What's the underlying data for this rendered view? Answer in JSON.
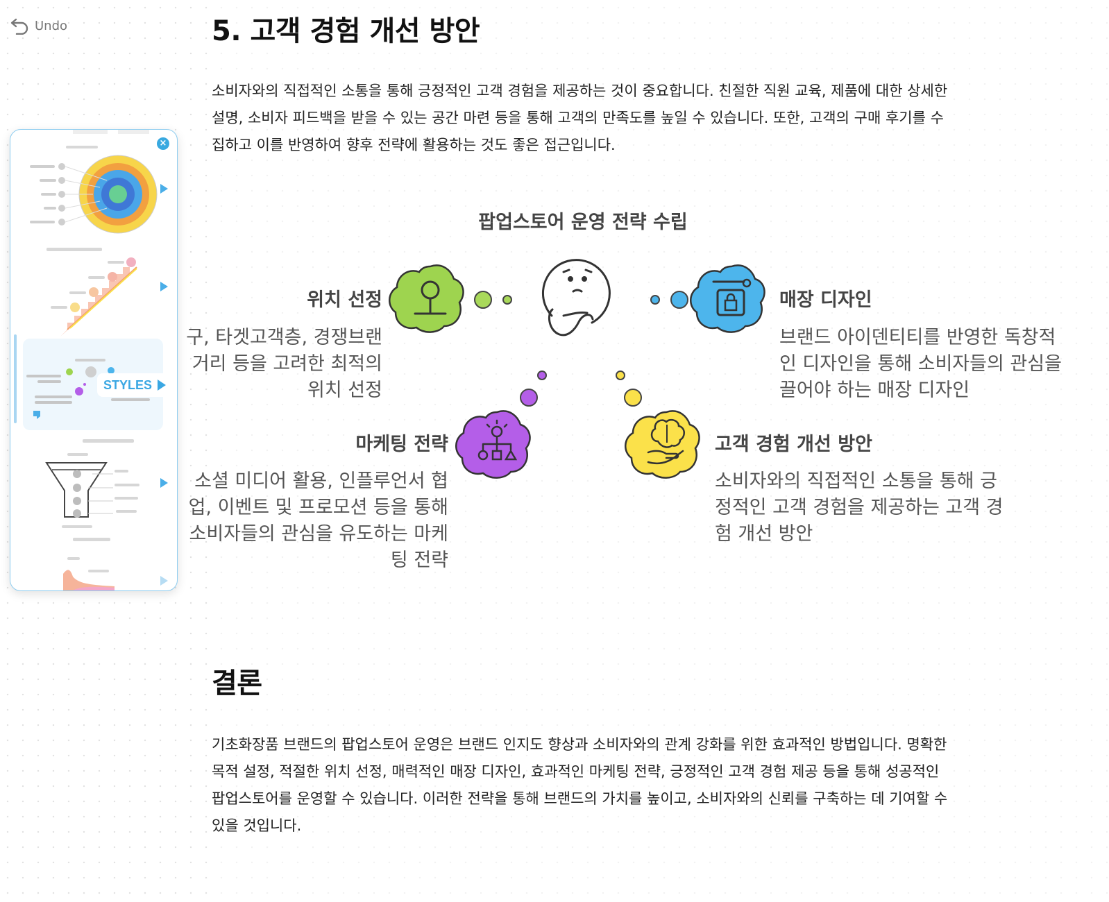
{
  "toolbar": {
    "undo_label": "Undo"
  },
  "section": {
    "heading": "5. 고객 경험 개선 방안",
    "paragraph": "소비자와의 직접적인 소통을 통해 긍정적인 고객 경험을 제공하는 것이 중요합니다. 친절한 직원 교육, 제품에 대한 상세한 설명, 소비자 피드백을 받을 수 있는 공간 마련 등을 통해 고객의 만족도를 높일 수 있습니다. 또한, 고객의 구매 후기를 수집하고 이를 반영하여 향후 전략에 활용하는 것도 좋은 접근입니다."
  },
  "diagram": {
    "title": "팝업스토어 운영 전략 수립",
    "nodes": [
      {
        "title": "위치 선정",
        "desc": "구, 타겟고객층, 경쟁브랜거리 등을 고려한 최적의 위치 선정",
        "icon": "location-pin-icon",
        "color": "#9ed44f"
      },
      {
        "title": "매장 디자인",
        "desc": "브랜드 아이덴티티를 반영한 독창적인 디자인을 통해 소비자들의 관심을 끌어야 하는 매장 디자인",
        "icon": "shopping-bag-sign-icon",
        "color": "#4db5ec"
      },
      {
        "title": "마케팅 전략",
        "desc": "소셜 미디어 활용, 인플루언서 협업, 이벤트 및 프로모션 등을 통해 소비자들의 관심을 유도하는 마케팅 전략",
        "icon": "idea-strategy-icon",
        "color": "#b45ee8"
      },
      {
        "title": "고객 경험 개선 방안",
        "desc": "소비자와의 직접적인 소통을 통해 긍정적인 고객 경험을 제공하는 고객 경험 개선 방안",
        "icon": "brain-hand-icon",
        "color": "#fbe14a"
      }
    ],
    "center_icon": "thinking-face-icon"
  },
  "conclusion": {
    "heading": "결론",
    "paragraph": "기초화장품 브랜드의 팝업스토어 운영은 브랜드 인지도 향상과 소비자와의 관계 강화를 위한 효과적인 방법입니다. 명확한 목적 설정, 적절한 위치 선정, 매력적인 매장 디자인, 효과적인 마케팅 전략, 긍정적인 고객 경험 제공 등을 통해 성공적인 팝업스토어를 운영할 수 있습니다. 이러한 전략을 통해 브랜드의 가치를 높이고, 소비자와의 신뢰를 구축하는 데 기여할 수 있을 것입니다."
  },
  "style_panel": {
    "styles_label": "STYLES",
    "close_icon": "close-icon",
    "thumbnails": [
      "concentric-circles-thumbnail",
      "staircase-thumbnail",
      "thinking-cycle-thumbnail",
      "funnel-thumbnail",
      "area-chart-thumbnail"
    ]
  }
}
